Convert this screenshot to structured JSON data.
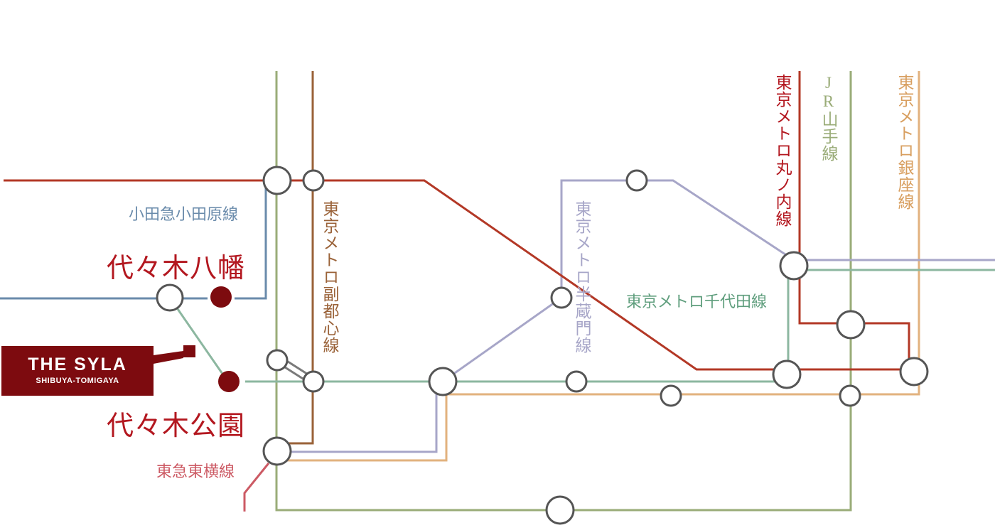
{
  "colors": {
    "marunouchi": "#b33826",
    "yamanote": "#9aac78",
    "fukutoshin": "#9a6238",
    "odakyu": "#6a8bab",
    "hanzomon": "#a7a6c8",
    "chiyoda": "#8cb7a0",
    "ginza": "#e2b27e",
    "toyoko": "#cc5a64",
    "highlight": "#7d0b0f",
    "station_name": "#b3171f"
  },
  "lines": {
    "odakyu": "小田急小田原線",
    "fukutoshin": "東京メトロ副都心線",
    "hanzomon": "東京メトロ半蔵門線",
    "chiyoda": "東京メトロ千代田線",
    "marunouchi": "東京メトロ丸ノ内線",
    "yamanote": "JR山手線",
    "ginza": "東京メトロ銀座線",
    "toyoko": "東急東横線"
  },
  "stations": {
    "yoyogi_hachiman": "代々木八幡",
    "yoyogi_koen": "代々木公園"
  },
  "property": {
    "name": "THE SYLA",
    "sub": "SHIBUYA-TOMIGAYA"
  }
}
